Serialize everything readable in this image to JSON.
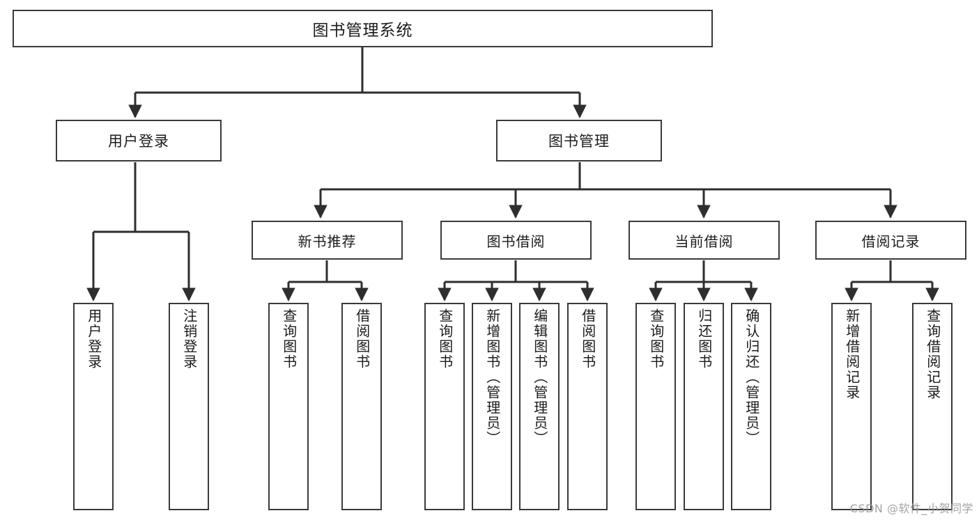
{
  "diagram": {
    "type": "tree",
    "title": "图书管理系统",
    "orientation": "top-down",
    "edge_style": "orthogonal-arrow",
    "colors": {
      "background": "#ffffff",
      "box_fill": "#ffffff",
      "box_border": "#3a3a3a",
      "connector": "#2e2e2e",
      "text": "#1b1b1b",
      "watermark": "#9b9b9b"
    },
    "root": {
      "label": "图书管理系统"
    },
    "level2": [
      {
        "label": "用户登录"
      },
      {
        "label": "图书管理"
      }
    ],
    "level3": [
      {
        "label": "新书推荐"
      },
      {
        "label": "图书借阅"
      },
      {
        "label": "当前借阅"
      },
      {
        "label": "借阅记录"
      }
    ],
    "leaves": {
      "user_login": [
        {
          "label": "用户登录"
        },
        {
          "label": "注销登录"
        }
      ],
      "new_book_recommend": [
        {
          "label": "查询图书"
        },
        {
          "label": "借阅图书"
        }
      ],
      "book_borrow": [
        {
          "label": "查询图书"
        },
        {
          "label": "新增图书（管理员）"
        },
        {
          "label": "编辑图书（管理员）"
        },
        {
          "label": "借阅图书"
        }
      ],
      "current_borrow": [
        {
          "label": "查询图书"
        },
        {
          "label": "归还图书"
        },
        {
          "label": "确认归还（管理员）"
        }
      ],
      "borrow_record": [
        {
          "label": "新增借阅记录"
        },
        {
          "label": "查询借阅记录"
        }
      ]
    },
    "watermark": "CSDN @软件_小贺同学"
  }
}
